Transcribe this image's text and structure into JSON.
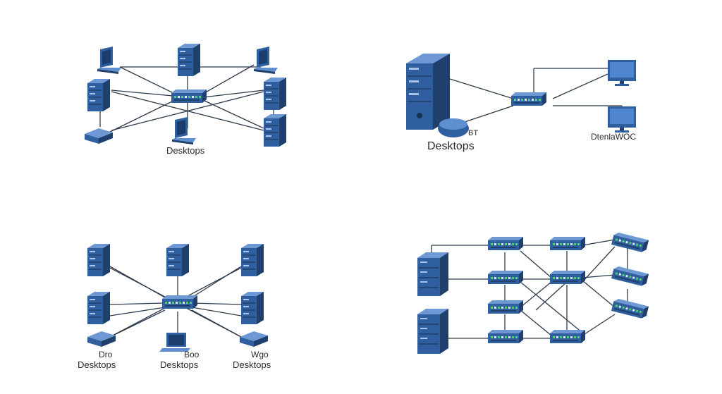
{
  "colors": {
    "device_body": "#2f5f9e",
    "device_light": "#5f8fd0",
    "device_dark": "#1f3f6c",
    "led": "#4ad26b",
    "line": "#2d3b4a",
    "background": "#ffffff"
  },
  "diagrams": [
    {
      "labels": [
        "Desktops"
      ],
      "icons": [
        "laptop-icon",
        "server-tower-icon",
        "server-tower-icon",
        "switch-icon",
        "router-icon",
        "laptop-icon"
      ]
    },
    {
      "labels": [
        "BT",
        "Desktops",
        "DtenlaWOC"
      ],
      "icons": [
        "server-rack-icon",
        "switch-icon",
        "monitor-icon",
        "router-icon"
      ]
    },
    {
      "labels": [
        "Dro",
        "Desktops",
        "Boo",
        "Desktops",
        "Wgo",
        "Desktops"
      ],
      "icons": [
        "server-tower-icon",
        "switch-icon",
        "laptop-icon",
        "router-icon"
      ]
    },
    {
      "labels": [],
      "icons": [
        "server-tower-icon",
        "switch-icon"
      ]
    }
  ]
}
